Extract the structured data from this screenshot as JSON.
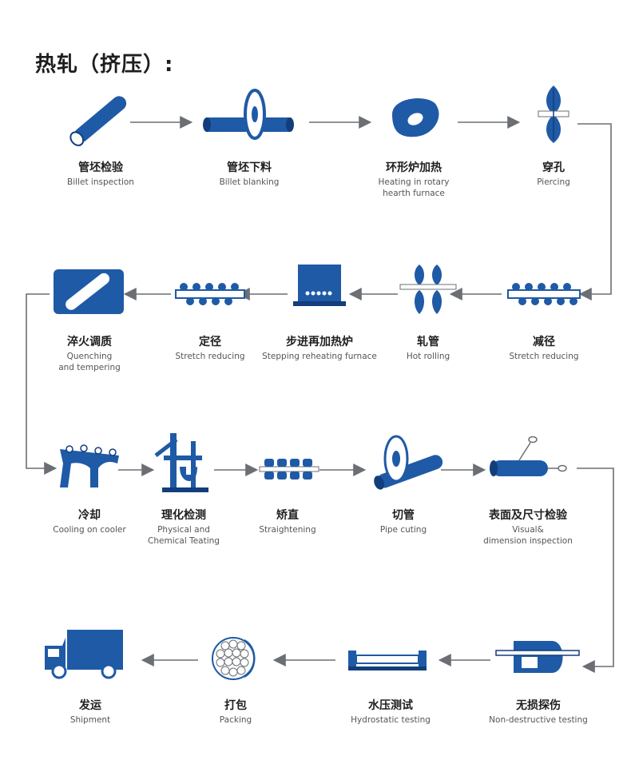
{
  "title": "热轧（挤压）:",
  "colors": {
    "accent": "#1f5aa6",
    "dark": "#123e7c",
    "arrow": "#6b6f74"
  },
  "steps": [
    {
      "zh": "管坯检验",
      "en": "Billet inspection",
      "icon": "billet-icon"
    },
    {
      "zh": "管坯下料",
      "en": "Billet blanking",
      "icon": "saw-blade-icon"
    },
    {
      "zh": "环形炉加热",
      "en": "Heating in rotary\nhearth furnace",
      "icon": "rotary-furnace-icon"
    },
    {
      "zh": "穿孔",
      "en": "Piercing",
      "icon": "piercing-rolls-icon"
    },
    {
      "zh": "减径",
      "en": "Stretch reducing",
      "icon": "reducing-rolls-icon"
    },
    {
      "zh": "轧管",
      "en": "Hot rolling",
      "icon": "rolling-mill-icon"
    },
    {
      "zh": "步进再加热炉",
      "en": "Stepping reheating furnace",
      "icon": "reheating-furnace-icon"
    },
    {
      "zh": "定径",
      "en": "Stretch reducing",
      "icon": "sizing-rolls-icon"
    },
    {
      "zh": "淬火调质",
      "en": "Quenching\nand tempering",
      "icon": "quenching-icon"
    },
    {
      "zh": "冷却",
      "en": "Cooling on cooler",
      "icon": "cooling-bed-icon"
    },
    {
      "zh": "理化检测",
      "en": "Physical and\nChemical Teating",
      "icon": "testing-machine-icon"
    },
    {
      "zh": "矫直",
      "en": "Straightening",
      "icon": "straightener-icon"
    },
    {
      "zh": "切管",
      "en": "Pipe cuting",
      "icon": "pipe-cutter-icon"
    },
    {
      "zh": "表面及尺寸检验",
      "en": "Visual&\ndimension inspection",
      "icon": "inspection-icon"
    },
    {
      "zh": "无损探伤",
      "en": "Non-destructive testing",
      "icon": "ndt-icon"
    },
    {
      "zh": "水压测试",
      "en": "Hydrostatic testing",
      "icon": "hydrostatic-icon"
    },
    {
      "zh": "打包",
      "en": "Packing",
      "icon": "bundle-icon"
    },
    {
      "zh": "发运",
      "en": "Shipment",
      "icon": "truck-icon"
    }
  ]
}
